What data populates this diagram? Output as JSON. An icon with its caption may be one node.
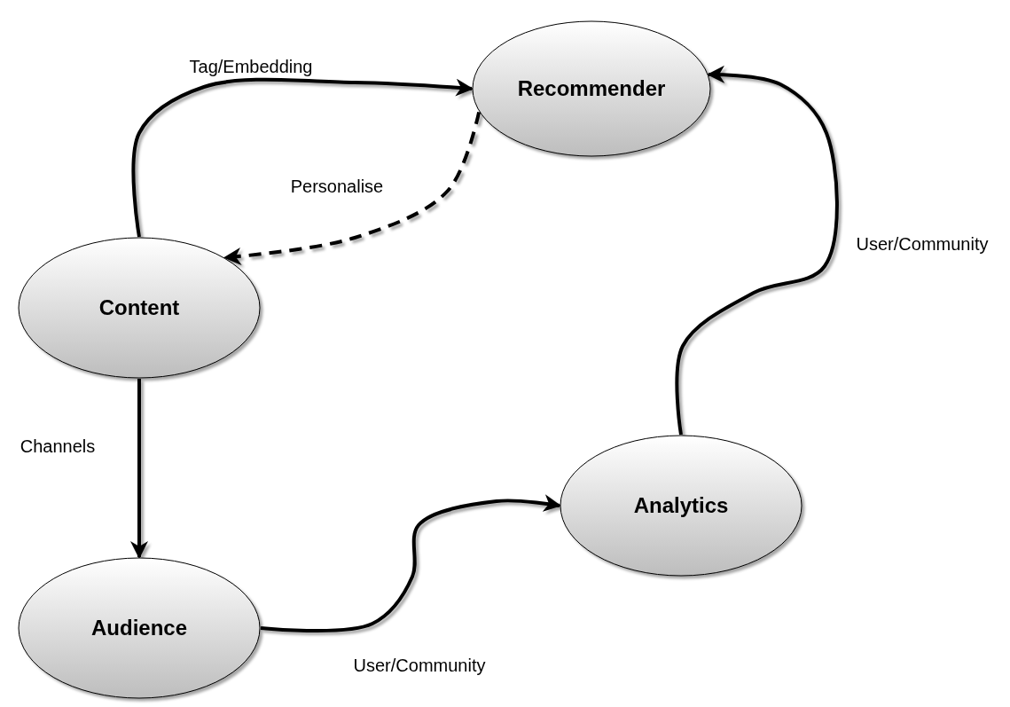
{
  "diagram": {
    "nodes": [
      {
        "text": [
          "Recommender"
        ]
      },
      {
        "text": [
          "Content"
        ]
      },
      {
        "text": [
          "Audience"
        ]
      },
      {
        "text": [
          "Analytics"
        ]
      }
    ],
    "edges": [
      {
        "from": 1,
        "to": 0,
        "arrow": "to",
        "label": "Tag/Embedding"
      },
      {
        "from": 0,
        "to": 1,
        "arrow": "to",
        "label": "Personalise",
        "style": "dashed"
      },
      {
        "from": 1,
        "to": 2,
        "arrow": "to",
        "label": "Channels"
      },
      {
        "from": 2,
        "to": 3,
        "arrow": "to",
        "label": "User/Community"
      },
      {
        "from": 3,
        "to": 0,
        "arrow": "to",
        "label": "User/Community"
      }
    ]
  }
}
